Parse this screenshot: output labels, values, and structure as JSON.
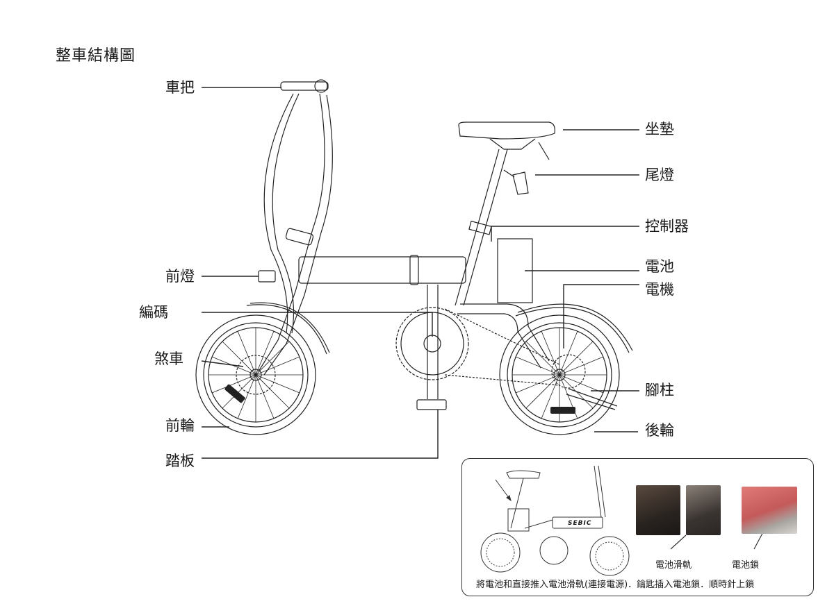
{
  "title": "整車結構圖",
  "labels": {
    "handlebar": "車把",
    "seat": "坐墊",
    "taillight": "尾燈",
    "controller": "控制器",
    "headlight": "前燈",
    "battery": "電池",
    "motor": "電機",
    "encoder": "編碼",
    "brake": "煞車",
    "kickstand": "腳柱",
    "front_wheel": "前輪",
    "rear_wheel": "後輪",
    "pedal": "踏板"
  },
  "inset": {
    "battery_rail_label": "電池滑軌",
    "battery_lock_label": "電池鎖",
    "brand_text": "SEBIC",
    "caption": "將電池和直接推入電池滑軌(連接電源)．鑰匙插入電池鎖．順時針上鎖"
  }
}
